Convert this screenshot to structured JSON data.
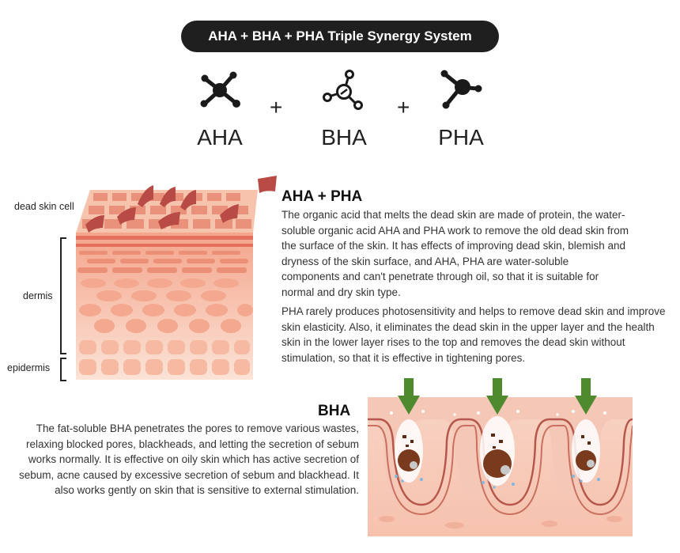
{
  "title": "AHA + BHA + PHA Triple Synergy System",
  "acids": [
    {
      "label": "AHA",
      "icon": "molecule-aha-icon"
    },
    {
      "label": "BHA",
      "icon": "molecule-bha-icon"
    },
    {
      "label": "PHA",
      "icon": "molecule-pha-icon"
    }
  ],
  "plus": "+",
  "skin_labels": {
    "dead_skin_cell": "dead skin cell",
    "dermis": "dermis",
    "epidermis": "epidermis"
  },
  "aha_pha": {
    "heading": "AHA + PHA",
    "para1": "The organic acid that melts the dead skin are made of protein, the water-soluble organic acid AHA and PHA work to remove the old dead skin from the surface of the skin. It has effects of improving dead skin, blemish and dryness of the skin surface, and AHA, PHA are water-soluble components and can't penetrate through oil, so that it is suitable for normal and dry skin type.",
    "para2": "PHA rarely produces photosensitivity and helps to remove dead skin and improve skin elasticity. Also, it eliminates the dead skin in the upper layer and the health skin in the lower layer rises to the top and removes the dead skin without stimulation, so that it is effective in tightening pores."
  },
  "bha": {
    "heading": "BHA",
    "para": "The fat-soluble BHA penetrates the pores to remove various wastes, relaxing blocked pores, blackheads, and letting the secretion of sebum works normally. It is effective on oily skin which has active secretion of sebum, acne caused by excessive secretion of sebum and blackhead. It also works gently on skin that is sensitive to external stimulation."
  },
  "colors": {
    "pill_bg": "#1f1f1f",
    "dead_cell": "#b84b45",
    "skin_light": "#f7c9b3",
    "skin_mid": "#ee9f86",
    "arrow_green": "#4f8a2e"
  }
}
